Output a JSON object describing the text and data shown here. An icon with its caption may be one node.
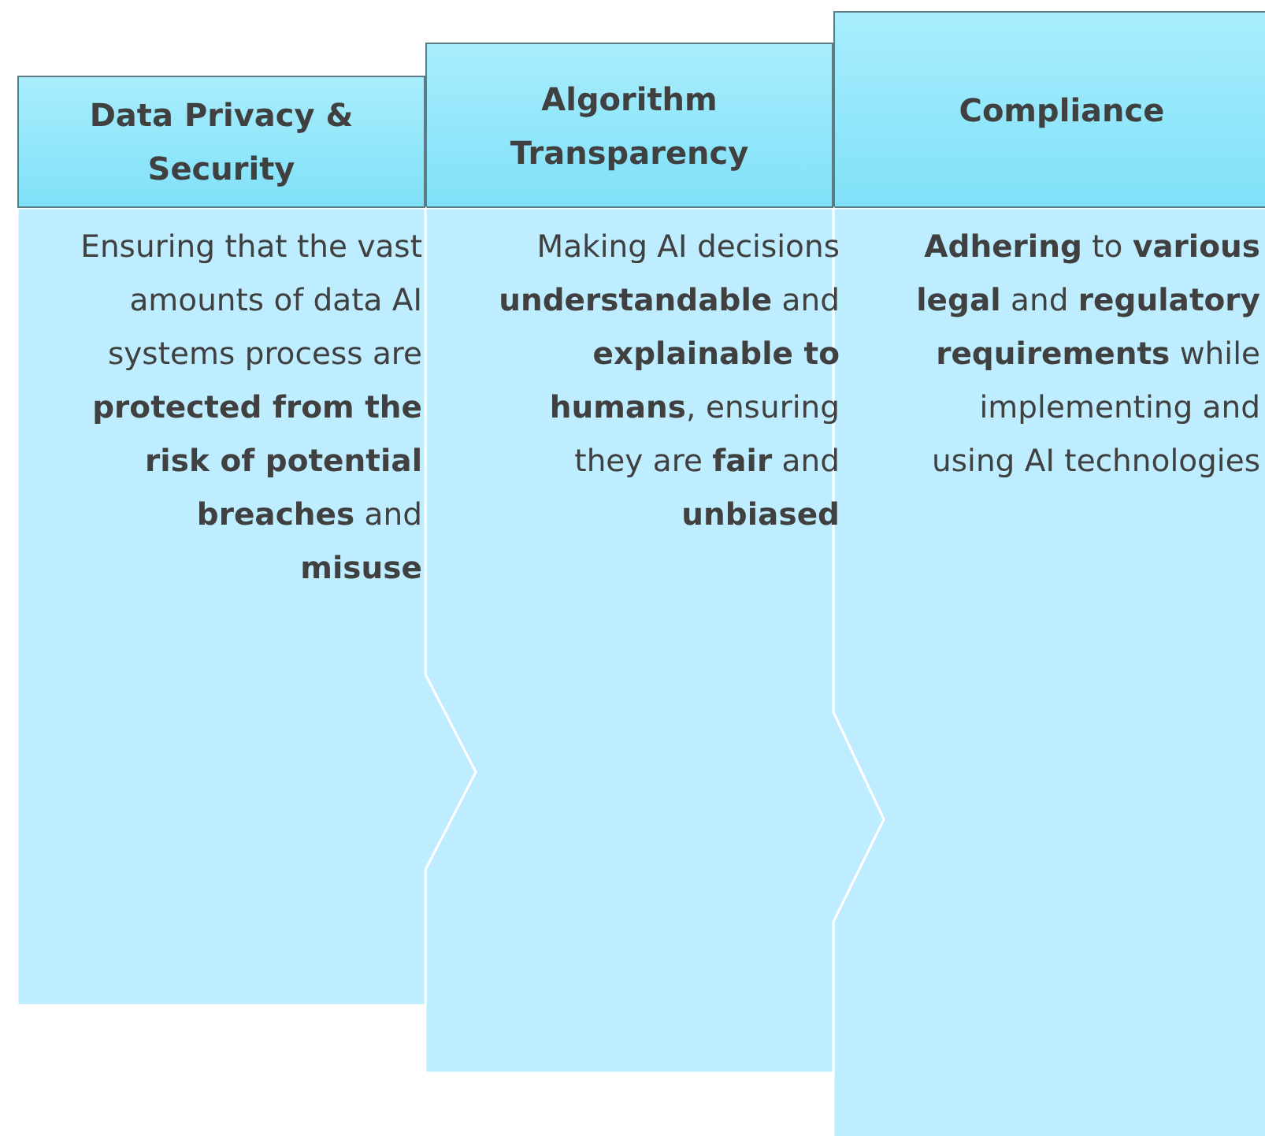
{
  "diagram": {
    "nodes": [
      {
        "text": [
          "Data Privacy & Security"
        ]
      },
      {
        "text": [
          "Ensuring that the vast amounts of data AI systems process are **protected from the risk of potential breaches** and **misuse**"
        ]
      },
      {
        "text": [
          "Algorithm Transparency"
        ]
      },
      {
        "text": [
          "Making AI decisions **understandable** and **explainable to humans**, ensuring they are **fair** and **unbiased**"
        ]
      },
      {
        "text": [
          "Compliance"
        ]
      },
      {
        "text": [
          "**Adhering** to **various legal** and **regulatory requirements** while implementing and using AI technologies"
        ]
      }
    ]
  }
}
